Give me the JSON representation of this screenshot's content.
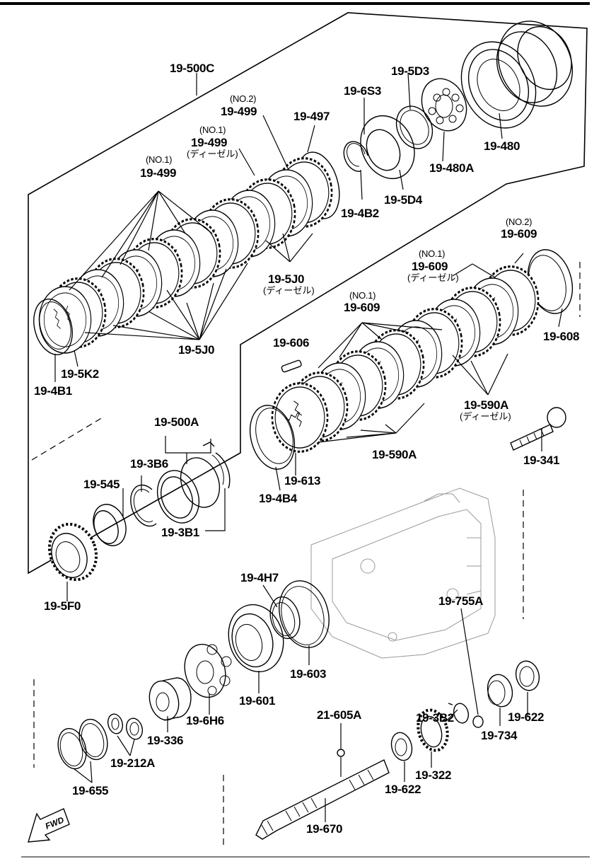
{
  "diagram": {
    "callouts": {
      "c_500c": "19-500C",
      "c_499_no2": "19-499",
      "c_499_no2_tag": "(NO.2)",
      "c_499_no1d": "19-499",
      "c_499_no1d_tag": "(NO.1)",
      "c_499_no1d_sub": "(ディーゼル)",
      "c_499_no1": "19-499",
      "c_499_no1_tag": "(NO.1)",
      "c_497": "19-497",
      "c_6s3": "19-6S3",
      "c_5d3": "19-5D3",
      "c_4b2": "19-4B2",
      "c_5d4": "19-5D4",
      "c_480a": "19-480A",
      "c_480": "19-480",
      "c_5j0_d": "19-5J0",
      "c_5j0_d_sub": "(ディーゼル)",
      "c_5j0": "19-5J0",
      "c_5k2": "19-5K2",
      "c_4b1": "19-4B1",
      "c_609_no2": "19-609",
      "c_609_no2_tag": "(NO.2)",
      "c_609_no1d": "19-609",
      "c_609_no1d_tag": "(NO.1)",
      "c_609_no1d_sub": "(ディーゼル)",
      "c_609_no1": "19-609",
      "c_609_no1_tag": "(NO.1)",
      "c_608": "19-608",
      "c_606": "19-606",
      "c_590a_d": "19-590A",
      "c_590a_d_sub": "(ディーゼル)",
      "c_590a": "19-590A",
      "c_613": "19-613",
      "c_4b4": "19-4B4",
      "c_341": "19-341",
      "c_500a": "19-500A",
      "c_3b6": "19-3B6",
      "c_545": "19-545",
      "c_3b1": "19-3B1",
      "c_5f0": "19-5F0",
      "c_4h7": "19-4H7",
      "c_603": "19-603",
      "c_601": "19-601",
      "c_6h6": "19-6H6",
      "c_336": "19-336",
      "c_212a": "19-212A",
      "c_655": "19-655",
      "c_755a": "19-755A",
      "c_3b2": "19-3B2",
      "c_622_r": "19-622",
      "c_734": "19-734",
      "c_605a": "21-605A",
      "c_622_l": "19-622",
      "c_322": "19-322",
      "c_670": "19-670",
      "fwd": "FWD"
    }
  }
}
